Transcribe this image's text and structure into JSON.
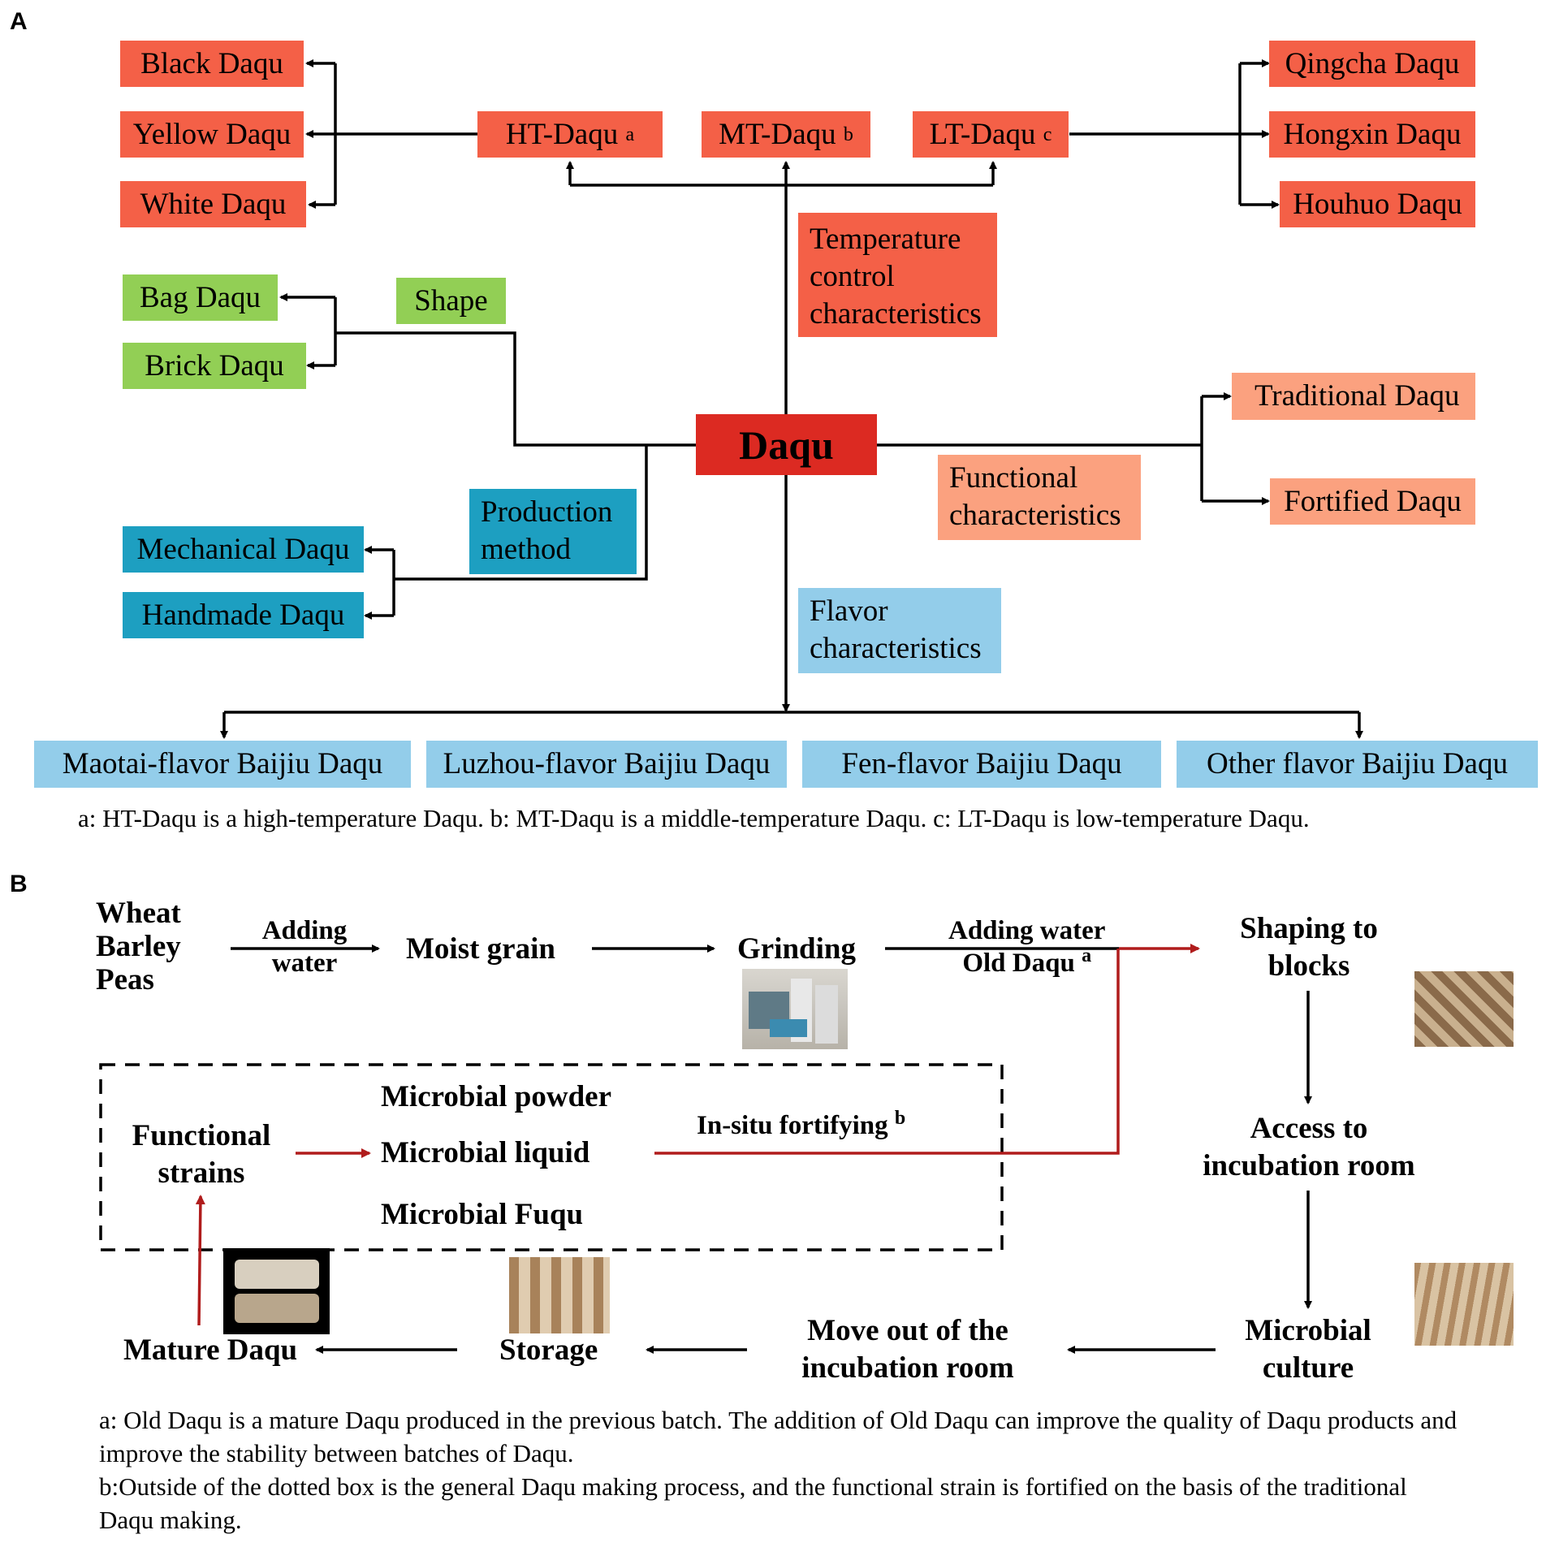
{
  "panel_a": {
    "label": "A",
    "temp": {
      "ht": "HT-Daqu",
      "ht_sup": "a",
      "mt": "MT-Daqu",
      "mt_sup": "b",
      "lt": "LT-Daqu",
      "lt_sup": "c",
      "characteristic": "Temperature control characteristics",
      "ht_types": [
        "Black Daqu",
        "Yellow Daqu",
        "White Daqu"
      ],
      "lt_types": [
        "Qingcha Daqu",
        "Hongxin Daqu",
        "Houhuo Daqu"
      ]
    },
    "center": "Daqu",
    "shape": {
      "label": "Shape",
      "types": [
        "Bag Daqu",
        "Brick Daqu"
      ]
    },
    "production": {
      "label": "Production method",
      "types": [
        "Mechanical Daqu",
        "Handmade Daqu"
      ]
    },
    "functional": {
      "label": "Functional characteristics",
      "types": [
        "Traditional Daqu",
        "Fortified Daqu"
      ]
    },
    "flavor": {
      "label": "Flavor characteristics",
      "types": [
        "Maotai-flavor Baijiu Daqu",
        "Luzhou-flavor Baijiu Daqu",
        "Fen-flavor Baijiu Daqu",
        "Other flavor Baijiu Daqu"
      ]
    },
    "footnote": "a: HT-Daqu is a high-temperature Daqu. b: MT-Daqu is a middle-temperature Daqu. c: LT-Daqu is low-temperature Daqu."
  },
  "panel_b": {
    "label": "B",
    "grains": [
      "Wheat",
      "Barley",
      "Peas"
    ],
    "adding_water_1": "Adding",
    "adding_water_2": "water",
    "moist_grain": "Moist grain",
    "grinding": "Grinding",
    "adding_water_old": "Adding water",
    "old_daqu": "Old Daqu",
    "old_daqu_sup": "a",
    "shaping_1": "Shaping to",
    "shaping_2": "blocks",
    "access_1": "Access to",
    "access_2": "incubation room",
    "culture_1": "Microbial",
    "culture_2": "culture",
    "move_1": "Move out of the",
    "move_2": "incubation room",
    "storage": "Storage",
    "mature": "Mature Daqu",
    "functional_1": "Functional",
    "functional_2": "strains",
    "microbial": [
      "Microbial powder",
      "Microbial liquid",
      "Microbial Fuqu"
    ],
    "insitu": "In-situ fortifying",
    "insitu_sup": "b",
    "notes": [
      "a: Old Daqu is a mature Daqu produced in the previous batch. The addition of Old Daqu can improve the quality of Daqu products and improve the stability between batches of Daqu.",
      "b:Outside of the dotted box is the general Daqu making process, and the functional strain is fortified on the basis of the traditional Daqu making."
    ]
  },
  "colors": {
    "red": "#f46047",
    "dark_red": "#dc2a22",
    "salmon": "#fba17f",
    "green": "#92cf55",
    "teal": "#1d9fc1",
    "light_blue": "#93cdea",
    "arrow_red": "#b01c1c"
  }
}
